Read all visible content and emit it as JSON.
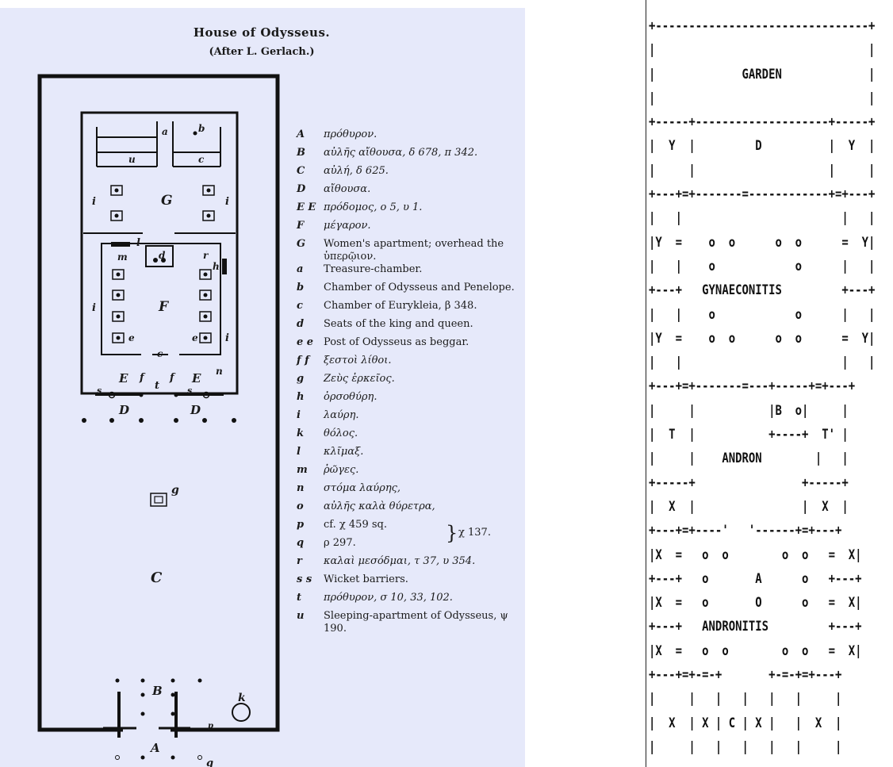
{
  "plan": {
    "title": "House of Odysseus.",
    "subtitle": "(After L. Gerlach.)",
    "labels": {
      "a": "a",
      "b": "b",
      "u": "u",
      "c": "c",
      "G": "G",
      "i": "i",
      "l": "l",
      "m": "m",
      "d": "d",
      "r": "r",
      "h": "h",
      "F": "F",
      "e": "e",
      "E": "E",
      "f": "f",
      "t": "t",
      "n": "n",
      "s": "s",
      "D": "D",
      "g": "g",
      "C": "C",
      "B": "B",
      "k": "k",
      "p": "p",
      "A": "A",
      "q": "q"
    },
    "legend": [
      {
        "key": "A",
        "text": "πρόθυρον."
      },
      {
        "key": "B",
        "text": "αὐλῆς αἴθουσα, δ 678, π 342."
      },
      {
        "key": "C",
        "text": "αὐλή, δ 625."
      },
      {
        "key": "D",
        "text": "αἴθουσα."
      },
      {
        "key": "E E",
        "text": "πρόδομος, ο 5, υ 1."
      },
      {
        "key": "F",
        "text": "μέγαρον."
      },
      {
        "key": "G",
        "text": "Women's apartment; overhead the ὑπερῷιον."
      },
      {
        "key": "a",
        "text": "Treasure-chamber."
      },
      {
        "key": "b",
        "text": "Chamber of Odysseus and Penelope."
      },
      {
        "key": "c",
        "text": "Chamber of Eurykleia, β 348."
      },
      {
        "key": "d",
        "text": "Seats of the king and queen."
      },
      {
        "key": "e e",
        "text": "Post of Odysseus as beggar."
      },
      {
        "key": "f f",
        "text": "ξεστοὶ λίθοι."
      },
      {
        "key": "g",
        "text": "Ζεὺς ἑρκεῖος."
      },
      {
        "key": "h",
        "text": "ὀρσοθύρη."
      },
      {
        "key": "i",
        "text": "λαύρη."
      },
      {
        "key": "k",
        "text": "θόλος."
      },
      {
        "key": "l",
        "text": "κλῖμαξ."
      },
      {
        "key": "m",
        "text": "ῥῶγες."
      },
      {
        "key": "n",
        "text": "στόμα λαύρης,"
      },
      {
        "key": "o",
        "text": "αὐλῆς καλὰ θύρετρα,"
      },
      {
        "key": "p",
        "text": "cf. χ 459 sq."
      },
      {
        "key": "q",
        "text": "ρ 297."
      },
      {
        "key": "r",
        "text": "καλαὶ μεσόδμαι, τ 37, υ 354."
      },
      {
        "key": "s s",
        "text": "Wicket barriers."
      },
      {
        "key": "t",
        "text": "πρόθυρον, σ 10, 33, 102."
      },
      {
        "key": "u",
        "text": "Sleeping-apartment of Odysseus, ψ 190."
      }
    ],
    "brace_ref": "χ 137."
  },
  "ascii": {
    "lines": [
      "+--------------------------------+",
      "|                                |",
      "|             GARDEN             |",
      "|                                |",
      "+-----+--------------------+-----+",
      "|  Y  |         D          |  Y  |",
      "|     |                    |     |",
      "+---+=+-------=------------+=+---+",
      "|   |                        |   |",
      "|Y  =    o  o      o  o      =  Y|",
      "|   |    o            o      |   |",
      "+---+   GYNAECONITIS         +---+",
      "|   |    o            o      |   |",
      "|Y  =    o  o      o  o      =  Y|",
      "|   |                        |   |",
      "+---+=+-------=---+-----+=+---+",
      "|     |           |B  o|     |",
      "|  T  |           +----+  T' |",
      "|     |    ANDRON        |   |",
      "+-----+                +-----+",
      "|  X  |                |  X  |",
      "+---+=+----'   '------+=+---+",
      "|X  =   o  o        o  o   =  X|",
      "+---+   o       A      o   +---+",
      "|X  =   o       O      o   =  X|",
      "+---+   ANDRONITIS         +---+",
      "|X  =   o  o        o  o   =  X|",
      "+---+=+-=-+       +-=-+=+---+",
      "|     |   |   |   |   |     |",
      "|  X  | X | C | X |   |  X  |",
      "|     |   |   |   |   |     |",
      "+-----+---+===+---+---+-----+"
    ]
  }
}
